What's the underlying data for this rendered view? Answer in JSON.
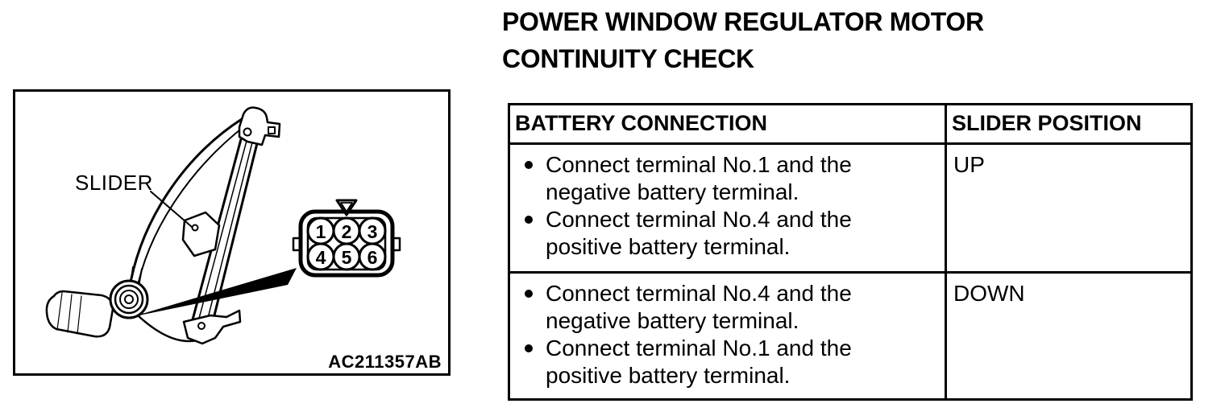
{
  "title": {
    "line1": "POWER WINDOW REGULATOR MOTOR",
    "line2": "CONTINUITY CHECK"
  },
  "figure": {
    "slider_label": "SLIDER",
    "figure_code": "AC211357AB",
    "connector": {
      "pins": [
        "1",
        "2",
        "3",
        "4",
        "5",
        "6"
      ]
    }
  },
  "table": {
    "headers": {
      "battery_connection": "BATTERY CONNECTION",
      "slider_position": "SLIDER POSITION"
    },
    "rows": [
      {
        "bullets": [
          "Connect terminal No.1 and the negative battery terminal.",
          "Connect terminal No.4 and the positive battery terminal."
        ],
        "slider_position": "UP"
      },
      {
        "bullets": [
          "Connect terminal No.4 and the negative battery terminal.",
          "Connect terminal No.1 and the positive battery terminal."
        ],
        "slider_position": "DOWN"
      }
    ]
  },
  "colors": {
    "ink": "#000000",
    "paper": "#ffffff"
  }
}
